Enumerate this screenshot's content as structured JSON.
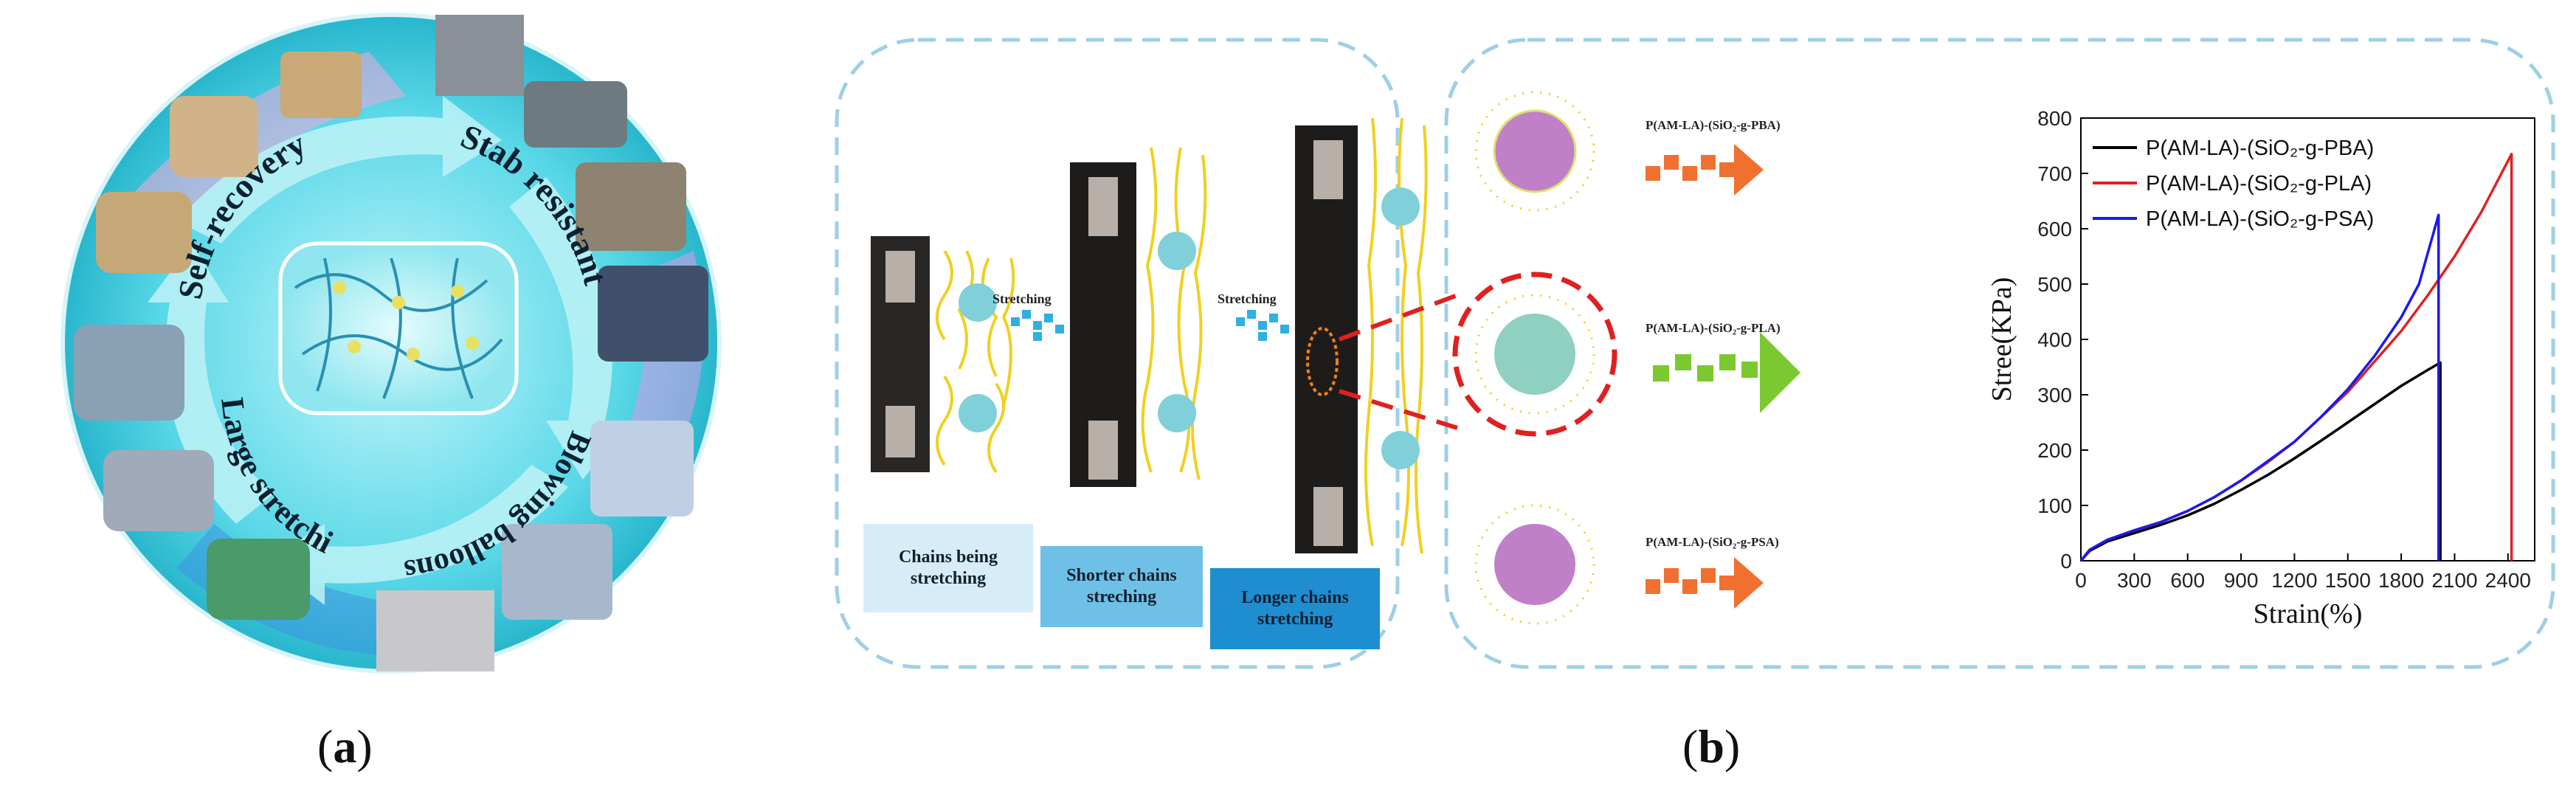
{
  "panel_a": {
    "label_open": "(",
    "label_letter": "a",
    "label_close": ")",
    "ring_texts": {
      "self_recovery": "Self-recovery",
      "stab_resistant": "Stab resistant",
      "blowing_balloons": "Blowing balloons",
      "large_stretching": "Large stretching"
    },
    "colors": {
      "ring": "#4fd6e6",
      "inner": "#a8f0f4",
      "arrow": "#2fb8d0"
    }
  },
  "panel_b": {
    "label_open": "(",
    "label_letter": "b",
    "label_close": ")",
    "stretch_arrow_1": "Stretching",
    "stretch_arrow_2": "Stretching",
    "stages": [
      {
        "line1": "Chains being",
        "line2": "stretching"
      },
      {
        "line1": "Shorter chains",
        "line2": "streching"
      },
      {
        "line1": "Longer chains",
        "line2": "stretching"
      }
    ],
    "nanoparticles": [
      {
        "label": "P(AM-LA)-(SiO₂-g-PBA)"
      },
      {
        "label": "P(AM-LA)-(SiO₂-g-PLA)"
      },
      {
        "label": "P(AM-LA)-(SiO₂-g-PSA)"
      }
    ],
    "colors": {
      "dash": "#9ecfe6",
      "red_dash": "#e02020",
      "sphere": "#7fd0d8",
      "chain": "#f0d020"
    }
  },
  "chart_data": {
    "type": "line",
    "xlabel": "Strain(%)",
    "ylabel": "Stree(KPa)",
    "xlim": [
      0,
      2550
    ],
    "ylim": [
      0,
      800
    ],
    "xticks": [
      0,
      300,
      600,
      900,
      1200,
      1500,
      1800,
      2100,
      2400
    ],
    "yticks": [
      0,
      100,
      200,
      300,
      400,
      500,
      600,
      700,
      800
    ],
    "legend_position": "top-left",
    "grid": false,
    "series": [
      {
        "name": "P(AM-LA)-(SiO₂-g-PBA)",
        "color": "#000000",
        "x": [
          0,
          50,
          150,
          300,
          450,
          600,
          750,
          900,
          1050,
          1200,
          1350,
          1500,
          1650,
          1800,
          1950,
          2020,
          2020
        ],
        "y": [
          0,
          18,
          35,
          50,
          65,
          82,
          103,
          128,
          155,
          185,
          217,
          250,
          283,
          316,
          345,
          358,
          0
        ]
      },
      {
        "name": "P(AM-LA)-(SiO₂-g-PLA)",
        "color": "#e02020",
        "x": [
          0,
          50,
          150,
          300,
          450,
          600,
          750,
          900,
          1050,
          1200,
          1350,
          1500,
          1650,
          1800,
          1950,
          2100,
          2250,
          2420,
          2420
        ],
        "y": [
          0,
          20,
          38,
          55,
          70,
          90,
          115,
          145,
          178,
          215,
          260,
          305,
          360,
          415,
          480,
          550,
          630,
          735,
          0
        ]
      },
      {
        "name": "P(AM-LA)-(SiO₂-g-PSA)",
        "color": "#1a1aee",
        "x": [
          0,
          50,
          150,
          300,
          450,
          600,
          750,
          900,
          1050,
          1200,
          1350,
          1500,
          1650,
          1800,
          1900,
          2010,
          2010
        ],
        "y": [
          0,
          20,
          38,
          55,
          70,
          90,
          115,
          145,
          180,
          215,
          260,
          310,
          370,
          440,
          500,
          625,
          0
        ]
      }
    ]
  }
}
